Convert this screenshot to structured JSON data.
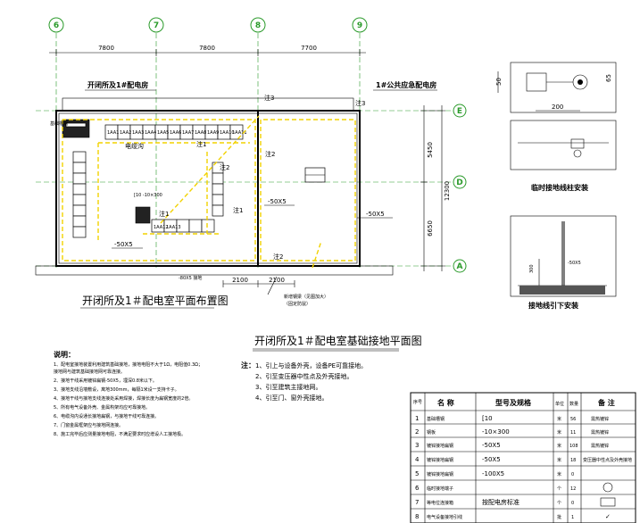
{
  "axes": {
    "columns": [
      "6",
      "7",
      "8",
      "9"
    ],
    "rows": [
      "E",
      "D",
      "A"
    ]
  },
  "dimensions": {
    "top_spans": [
      "7800",
      "7800",
      "7700"
    ],
    "right_spans": [
      "5450",
      "6650"
    ],
    "right_total": "12300",
    "bottom_spans": [
      "2100",
      "2100"
    ]
  },
  "plan": {
    "room_left_label": "开闭所及1#配电房",
    "room_right_label": "1#公共应急配电房",
    "title": "开闭所及1＃配电室平面布置图",
    "ground_labels": [
      "注1",
      "注2",
      "注3",
      "注3",
      "注2",
      "注1",
      "注1",
      "注2"
    ],
    "trench_labels": [
      "-50X5",
      "-50X5",
      "-50X5"
    ],
    "cable_trench": "电缆沟",
    "support_label": "基础槽钢",
    "support_note": "[10 -10×300",
    "door_note": "新增钢梁（见图加大）",
    "door_note2": "（固定防鼠）",
    "cabinet_labels": [
      "1AA1",
      "1AA2",
      "1AA3",
      "1AA4",
      "1AA5",
      "1AA6",
      "1AA7",
      "1AA8",
      "1AA9",
      "1AA10",
      "1AA11",
      "1AA12",
      "1AA13"
    ],
    "small_notes": [
      "-80X5 接地",
      "注1",
      "注2"
    ]
  },
  "ground_title": "开闭所及1＃配电室基础接地平面图",
  "notes_heading": "注：",
  "notes": [
    "1、引上与设备外壳，设备PE可靠接地。",
    "2、引至变压器中性点及外壳接地。",
    "3、引至建筑主接地网。",
    "4、引至门、窗外壳接地。"
  ],
  "left_notes_heading": "说明：",
  "left_notes": [
    "1、配电室接地装置利用建筑基础接地，接地电阻不大于1Ω，电阻值0.3Ω；",
    "   接地网与建筑基础接地网可靠连接。",
    "2、接地干线采用镀锌扁钢-50X5，埋深0.8米以下。",
    "3、接地支线沿墙敷设，离地300mm，每隔1米设一支持卡子。",
    "4、接地干线与接地支线连接处采用焊接，焊接长度为扁钢宽度的2倍。",
    "5、所有电气设备外壳、金属构架均应可靠接地。",
    "6、电缆沟内设通长接地扁钢，与接地干线可靠连接。",
    "7、门窗金属框架应与接地网连接。",
    "8、施工完毕后应测量接地电阻，不满足要求时应增设人工接地极。"
  ],
  "detail1_title": "临时接地线柱安装",
  "detail1_dims": [
    "50",
    "200",
    "65"
  ],
  "detail2_title": "接地线引下安装",
  "detail2_dims": [
    "300",
    "-50X5"
  ],
  "table": {
    "headers": [
      "序号",
      "名 称",
      "型号及规格",
      "单位",
      "数量",
      "备 注"
    ],
    "rows": [
      {
        "no": "1",
        "name": "基础槽钢",
        "spec": "[10",
        "unit": "米",
        "qty": "56",
        "note": "需热镀锌"
      },
      {
        "no": "2",
        "name": "钢板",
        "spec": "-10×300",
        "unit": "米",
        "qty": "11",
        "note": "需热镀锌"
      },
      {
        "no": "3",
        "name": "镀锌接地扁钢",
        "spec": "-50X5",
        "unit": "米",
        "qty": "108",
        "note": "需热镀锌"
      },
      {
        "no": "4",
        "name": "镀锌接地扁钢",
        "spec": "-50X5",
        "unit": "米",
        "qty": "18",
        "note": "变压器中性点及外壳接地"
      },
      {
        "no": "5",
        "name": "镀锌接地扁钢",
        "spec": "-100X5",
        "unit": "米",
        "qty": "0",
        "note": ""
      },
      {
        "no": "6",
        "name": "临时接地端子",
        "spec": "",
        "unit": "个",
        "qty": "12",
        "note": ""
      },
      {
        "no": "7",
        "name": "等电位连接箱",
        "spec": "按配电房标准",
        "unit": "个",
        "qty": "0",
        "note": ""
      },
      {
        "no": "8",
        "name": "电气设备接地引线",
        "spec": "",
        "unit": "批",
        "qty": "1",
        "note": "✓"
      }
    ]
  }
}
